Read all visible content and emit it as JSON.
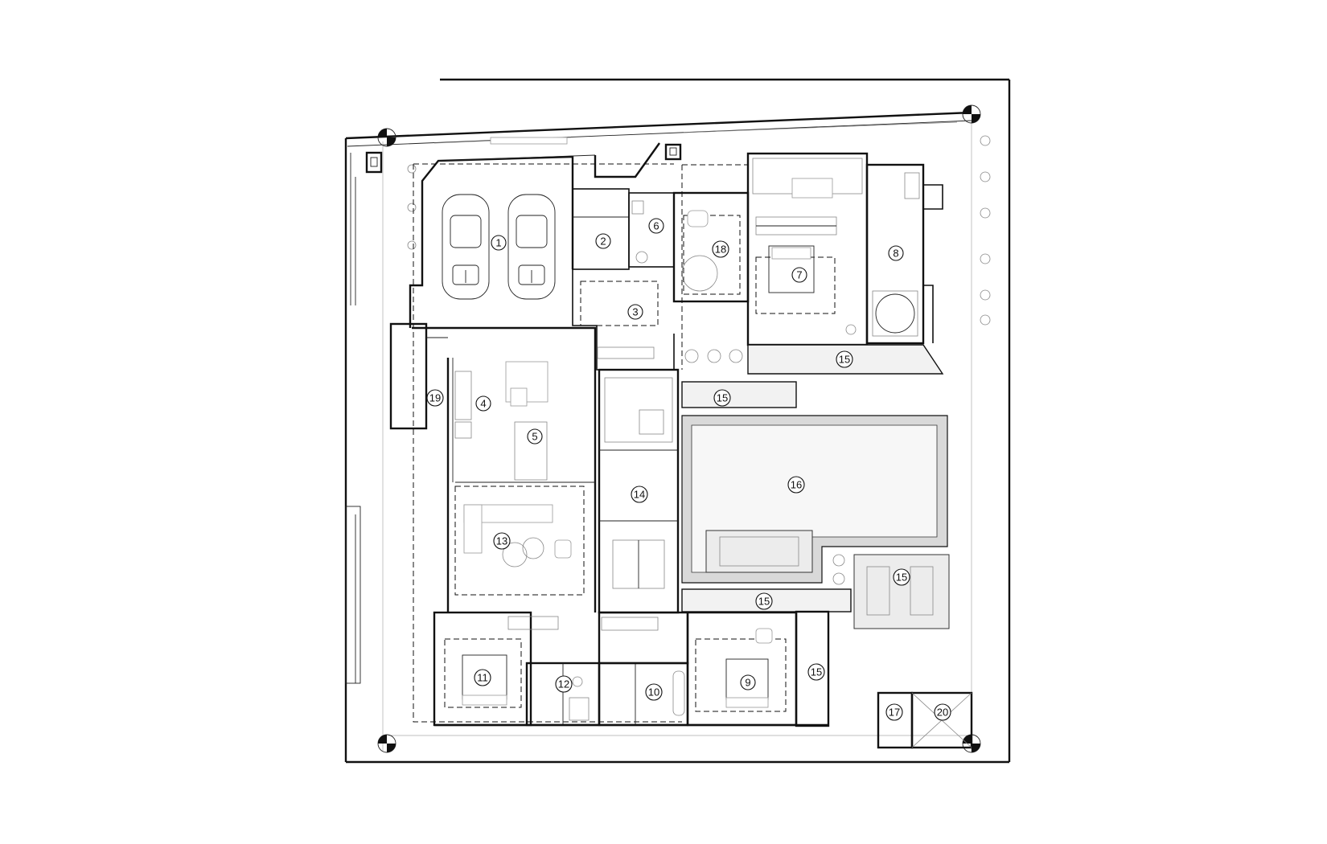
{
  "rooms": [
    {
      "id": "room-1",
      "label": "1"
    },
    {
      "id": "room-2",
      "label": "2"
    },
    {
      "id": "room-3",
      "label": "3"
    },
    {
      "id": "room-4",
      "label": "4"
    },
    {
      "id": "room-5",
      "label": "5"
    },
    {
      "id": "room-6",
      "label": "6"
    },
    {
      "id": "room-7",
      "label": "7"
    },
    {
      "id": "room-8",
      "label": "8"
    },
    {
      "id": "room-9",
      "label": "9"
    },
    {
      "id": "room-10",
      "label": "10"
    },
    {
      "id": "room-11",
      "label": "11"
    },
    {
      "id": "room-12",
      "label": "12"
    },
    {
      "id": "room-13",
      "label": "13"
    },
    {
      "id": "room-14",
      "label": "14"
    },
    {
      "id": "room-15a",
      "label": "15"
    },
    {
      "id": "room-15b",
      "label": "15"
    },
    {
      "id": "room-15c",
      "label": "15"
    },
    {
      "id": "room-15d",
      "label": "15"
    },
    {
      "id": "room-15e",
      "label": "15"
    },
    {
      "id": "room-16",
      "label": "16"
    },
    {
      "id": "room-17",
      "label": "17"
    },
    {
      "id": "room-18",
      "label": "18"
    },
    {
      "id": "room-19",
      "label": "19"
    },
    {
      "id": "room-20",
      "label": "20"
    }
  ],
  "colors": {
    "background": "#ffffff",
    "line": "#111111",
    "pool_edge": "#d9d9d9",
    "deck": "#f2f2f2"
  }
}
